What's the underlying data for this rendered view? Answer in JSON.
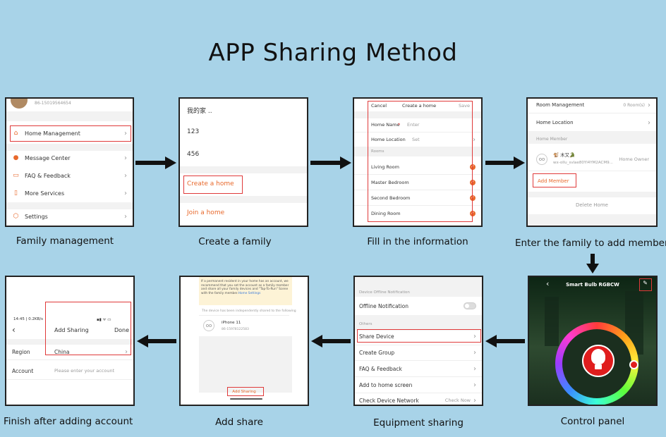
{
  "title": "APP Sharing Method",
  "captions": {
    "family_management": "Family management",
    "create_family": "Create a family",
    "fill_info": "Fill in the information",
    "enter_family": "Enter the family to add members",
    "control_panel": "Control panel",
    "equipment_sharing": "Equipment sharing",
    "add_share": "Add share",
    "finish": "Finish after adding account"
  },
  "panel1": {
    "phone": "86-15019564654",
    "items": [
      "Home Management",
      "Message Center",
      "FAQ & Feedback",
      "More Services",
      "Settings"
    ]
  },
  "panel2": {
    "homes": [
      "我的家 ..",
      "123",
      "456"
    ],
    "create": "Create a home",
    "join": "Join a home"
  },
  "panel3": {
    "cancel": "Cancel",
    "header": "Create a home",
    "save": "Save",
    "home_name_label": "Home Name",
    "home_name_placeholder": "Enter",
    "home_location_label": "Home Location",
    "home_location_value": "Set",
    "rooms_label": "Rooms",
    "rooms": [
      "Living Room",
      "Master Bedroom",
      "Second Bedroom",
      "Dining Room"
    ]
  },
  "panel4": {
    "room_mgmt": "Room Management",
    "room_count": "0 Room(s)",
    "home_location": "Home Location",
    "home_member": "Home Member",
    "member_name": "🐒 木又🐊",
    "member_id": "wx-ollu_svlae80Yl4YM2ACM9...",
    "member_role": "Home Owner",
    "add_member": "Add Member",
    "delete_home": "Delete Home"
  },
  "panel5": {
    "device_title": "Smart Bulb RGBCW",
    "back": "‹",
    "edit": "✎"
  },
  "panel6": {
    "section1": "Device Offline Notification",
    "offline": "Offline Notification",
    "section2": "Others",
    "items": [
      "Share Device",
      "Create Group",
      "FAQ & Feedback",
      "Add to home screen",
      "Check Device Network"
    ],
    "check_now": "Check Now"
  },
  "panel7": {
    "notice": "If a permanent resident in your home has an account, we recommend that you set the account as a family member and share all your family devices and \"Tap-To-Run\" Scene with the family member.",
    "notice_link": "Home Settings",
    "shared_note": "The device has been independently shared to the following",
    "device_name": "iPhone 11",
    "device_id": "86-15978122583",
    "add_sharing": "Add Sharing"
  },
  "panel8": {
    "status": "14:45 | 0.2KB/s",
    "status_right": "▪▮ ᯤ ▭",
    "back": "‹",
    "header": "Add Sharing",
    "done": "Done",
    "region_label": "Region",
    "region_value": "China",
    "account_label": "Account",
    "account_placeholder": "Please enter your account"
  },
  "colors": {
    "background": "#a8d3e8",
    "accent": "#e8692c",
    "highlight": "#e03a3a"
  }
}
